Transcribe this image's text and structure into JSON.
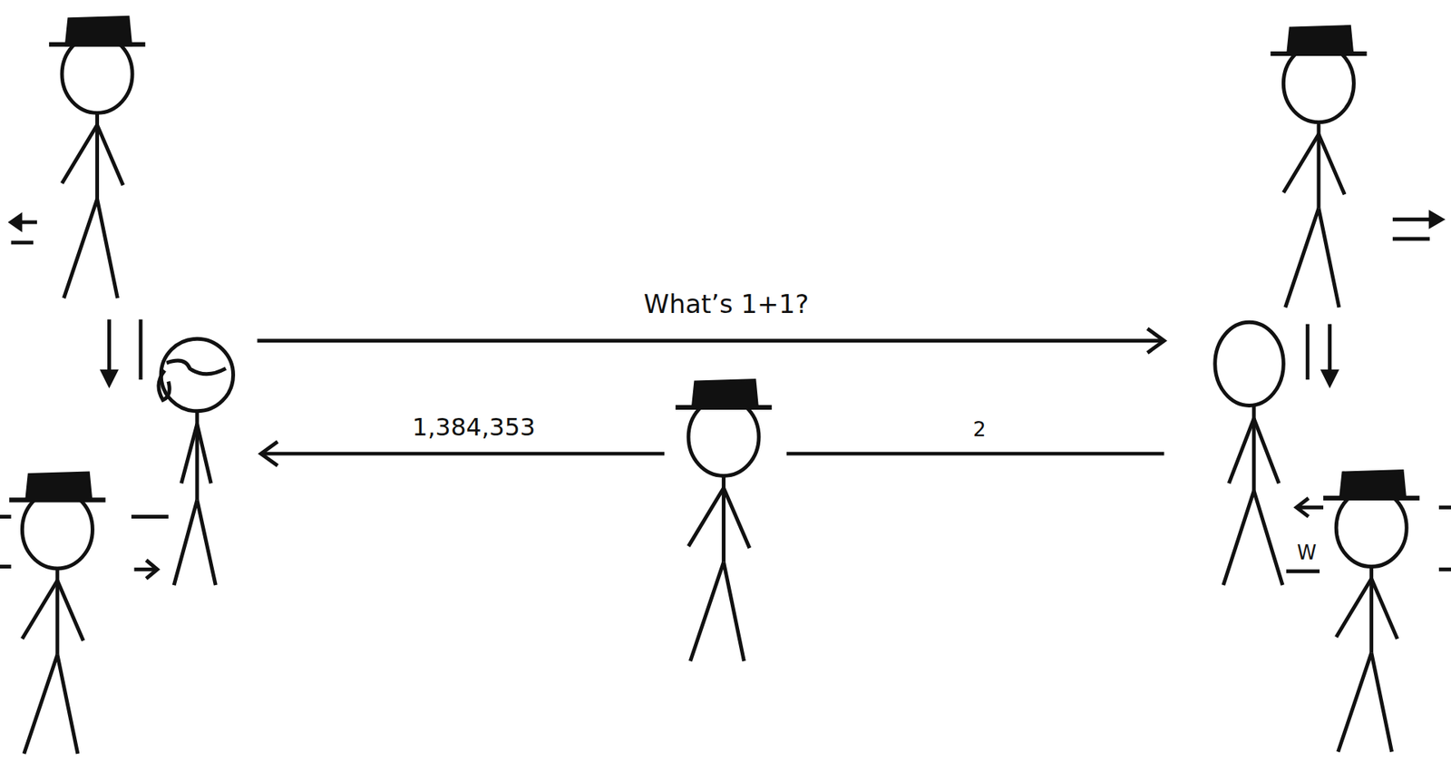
{
  "diagram": {
    "labels": [
      "What’s 1+1?",
      "1,384,353",
      "2",
      "W"
    ]
  }
}
